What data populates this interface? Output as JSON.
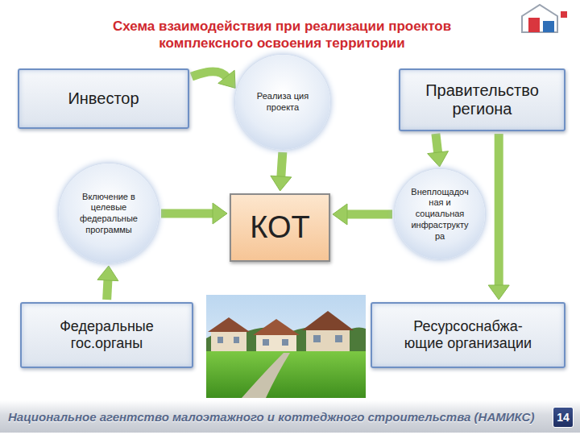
{
  "diagram": {
    "title": "Схема взаимодействия при реализации проектов комплексного освоения территории",
    "nodes": [
      {
        "text": [
          "Инвестор"
        ]
      },
      {
        "text": [
          "Реализа ция проекта"
        ]
      },
      {
        "text": [
          "Правительство региона"
        ]
      },
      {
        "text": [
          "Включение в целевые федеральные программы"
        ]
      },
      {
        "text": [
          "КОТ"
        ]
      },
      {
        "text": [
          "Внеплощадоч ная и социальная инфраструкту ра"
        ]
      },
      {
        "text": [
          "Федеральные гос.органы"
        ]
      },
      {
        "text": [
          "Ресурсоснабжа- ющие организации"
        ]
      },
      {
        "text": [
          "Национальное агентство малоэтажного и коттеджного строительства (НАМИКС)"
        ]
      },
      {
        "text": [
          "14"
        ]
      }
    ],
    "edges": [
      {
        "from": 0,
        "to": 1,
        "arrow": "to"
      },
      {
        "from": 1,
        "to": 4,
        "arrow": "to"
      },
      {
        "from": 2,
        "to": 5,
        "arrow": "to"
      },
      {
        "from": 2,
        "to": 7,
        "arrow": "to"
      },
      {
        "from": 3,
        "to": 4,
        "arrow": "to"
      },
      {
        "from": 5,
        "to": 4,
        "arrow": "to"
      },
      {
        "from": 6,
        "to": 3,
        "arrow": "to"
      }
    ]
  }
}
